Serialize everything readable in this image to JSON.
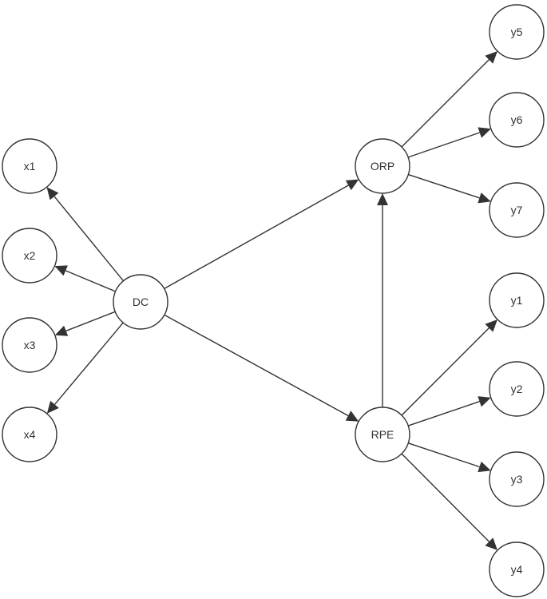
{
  "nodes": [
    {
      "id": "x1",
      "label": "x1"
    },
    {
      "id": "x2",
      "label": "x2"
    },
    {
      "id": "x3",
      "label": "x3"
    },
    {
      "id": "x4",
      "label": "x4"
    },
    {
      "id": "DC",
      "label": "DC"
    },
    {
      "id": "ORP",
      "label": "ORP"
    },
    {
      "id": "RPE",
      "label": "RPE"
    },
    {
      "id": "y5",
      "label": "y5"
    },
    {
      "id": "y6",
      "label": "y6"
    },
    {
      "id": "y7",
      "label": "y7"
    },
    {
      "id": "y1",
      "label": "y1"
    },
    {
      "id": "y2",
      "label": "y2"
    },
    {
      "id": "y3",
      "label": "y3"
    },
    {
      "id": "y4",
      "label": "y4"
    }
  ],
  "edges": [
    {
      "from": "DC",
      "to": "x1"
    },
    {
      "from": "DC",
      "to": "x2"
    },
    {
      "from": "DC",
      "to": "x3"
    },
    {
      "from": "DC",
      "to": "x4"
    },
    {
      "from": "DC",
      "to": "ORP"
    },
    {
      "from": "DC",
      "to": "RPE"
    },
    {
      "from": "RPE",
      "to": "ORP"
    },
    {
      "from": "ORP",
      "to": "y5"
    },
    {
      "from": "ORP",
      "to": "y6"
    },
    {
      "from": "ORP",
      "to": "y7"
    },
    {
      "from": "RPE",
      "to": "y1"
    },
    {
      "from": "RPE",
      "to": "y2"
    },
    {
      "from": "RPE",
      "to": "y3"
    },
    {
      "from": "RPE",
      "to": "y4"
    }
  ],
  "colors": {
    "stroke": "#333333",
    "node_fill": "#ffffff",
    "text": "#333333",
    "background": "#ffffff"
  }
}
